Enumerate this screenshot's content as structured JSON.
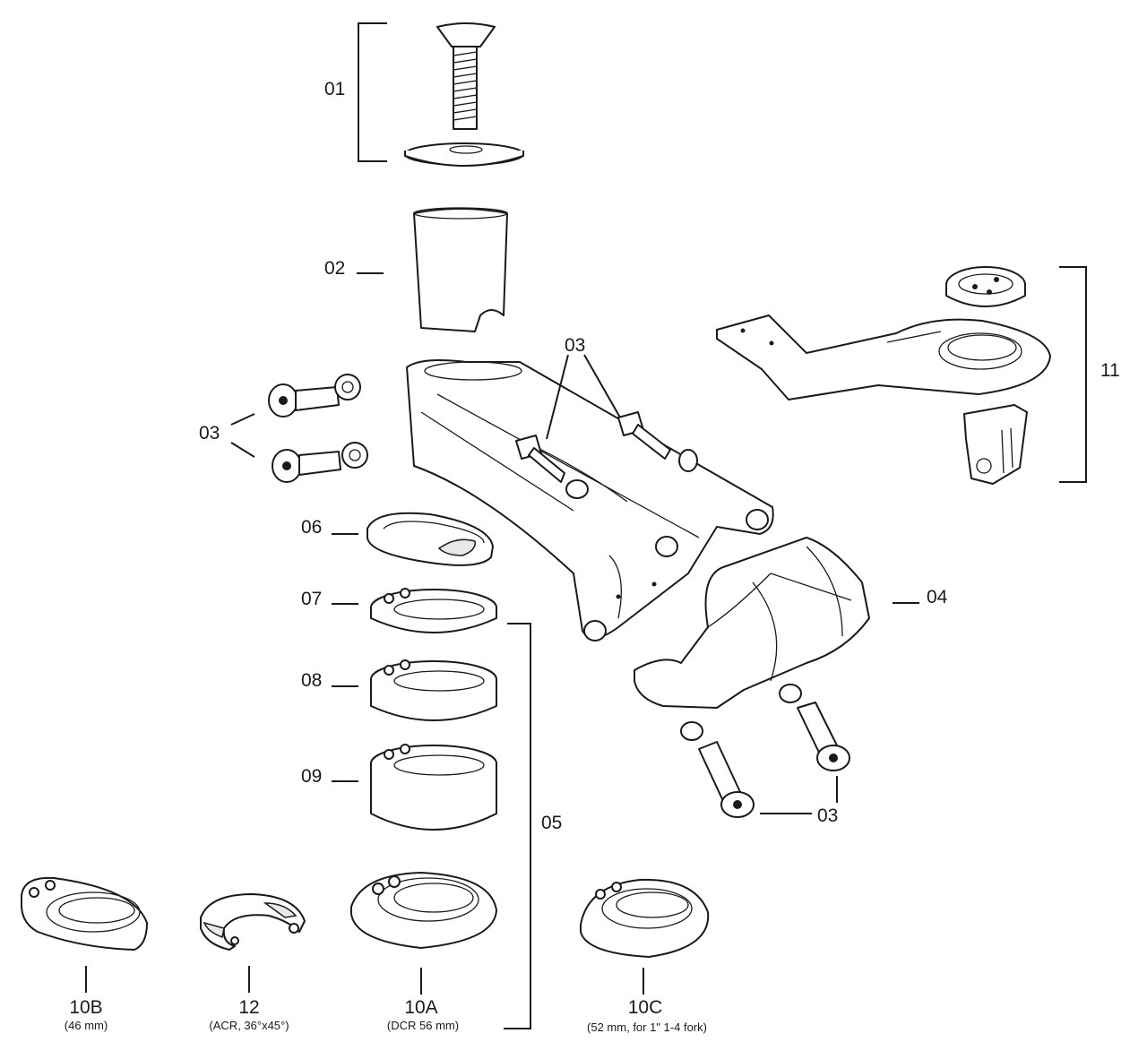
{
  "labels": {
    "p01": "01",
    "p02": "02",
    "p03_center": "03",
    "p03_left": "03",
    "p03_bottom": "03",
    "p04": "04",
    "p05": "05",
    "p06": "06",
    "p07": "07",
    "p08": "08",
    "p09": "09",
    "p10a": "10A",
    "p10b": "10B",
    "p10c": "10C",
    "p11": "11",
    "p12": "12"
  },
  "sublabels": {
    "p10a": "(DCR 56 mm)",
    "p10b": "(46 mm)",
    "p10c": "(52 mm, for 1\" 1-4 fork)",
    "p12": "(ACR, 36°x45°)"
  }
}
